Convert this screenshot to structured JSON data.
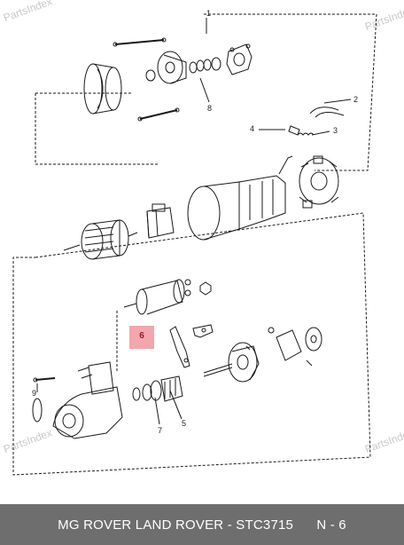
{
  "watermark": "PartsIndex",
  "callouts": {
    "c1": "1",
    "c2": "2",
    "c3": "3",
    "c4": "4",
    "c5": "5",
    "c6": "6",
    "c7": "7",
    "c8": "8",
    "c9": "9"
  },
  "footer": {
    "brands": "MG ROVER LAND ROVER",
    "part_number": "STC3715",
    "position": "N - 6"
  },
  "colors": {
    "highlight": "#f2a6ad",
    "footer_bg": "#6e6e6e",
    "line": "#1a1a1a"
  }
}
